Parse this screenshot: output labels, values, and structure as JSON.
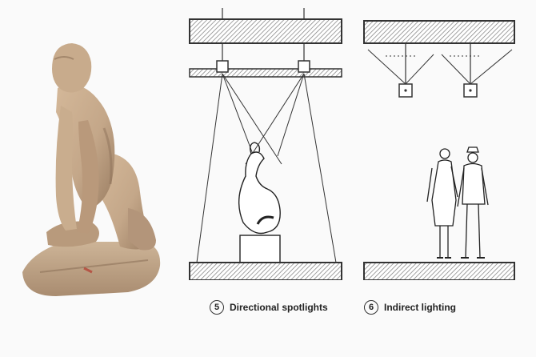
{
  "captions": [
    {
      "number": "5",
      "label": "Directional spotlights"
    },
    {
      "number": "6",
      "label": "Indirect lighting"
    }
  ],
  "colors": {
    "statue_body": "#c4a789",
    "statue_shadow": "#9a7d62",
    "line": "#333333",
    "hatch": "#7a7a7a",
    "background": "#fafafa"
  }
}
